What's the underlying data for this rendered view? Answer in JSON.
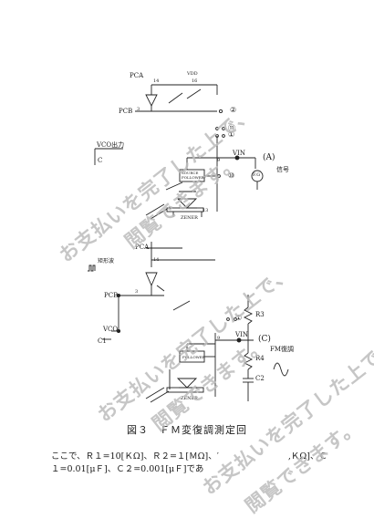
{
  "circuit1": {
    "pca": "PCA",
    "pcb": "PCB",
    "vdd": "VDD",
    "pin14": "14",
    "pin16": "16",
    "pin3": "3",
    "pin9": "9",
    "pin10": "10",
    "pin13": "13",
    "pin2": "②",
    "pin11": "⑪",
    "pin1": "①",
    "pin10c": "⑩",
    "vin": "VIN",
    "source_follower": "SOURCE\nFOLLOWER",
    "zener": "ZENER",
    "vco_out": "VCO出力",
    "node_a": "(A)",
    "fg": "F.G",
    "signal": "信号",
    "small_c": "C"
  },
  "circuit2": {
    "pca": "PCA",
    "pcb": "PCB",
    "vco": "VCO",
    "c1": "C1",
    "pin14": "14",
    "pin3": "3",
    "pin9": "9",
    "pin1": "①",
    "vin": "VIN",
    "node_c": "(C)",
    "r3": "R3",
    "r4": "R4",
    "c2": "C2",
    "fm_demod": "FM復調",
    "follower": "FOLLOWER",
    "zener": "ZENER",
    "waveform": "矩形波"
  },
  "caption": "図３　ＦＭ変復調測定回",
  "body": {
    "line1": "ここで、Ｒ１=10[ＫΩ]、Ｒ２=１[ＭΩ]、′　　　　　　　　,ＫΩ]、Ｃ",
    "line2": "１=0.01[μＦ]、Ｃ２=0.001[μＦ]であ",
    "line1_tail": ""
  },
  "watermark": {
    "line_a": "お支払いを完了した上で、",
    "line_b": "閲覧できます。"
  }
}
